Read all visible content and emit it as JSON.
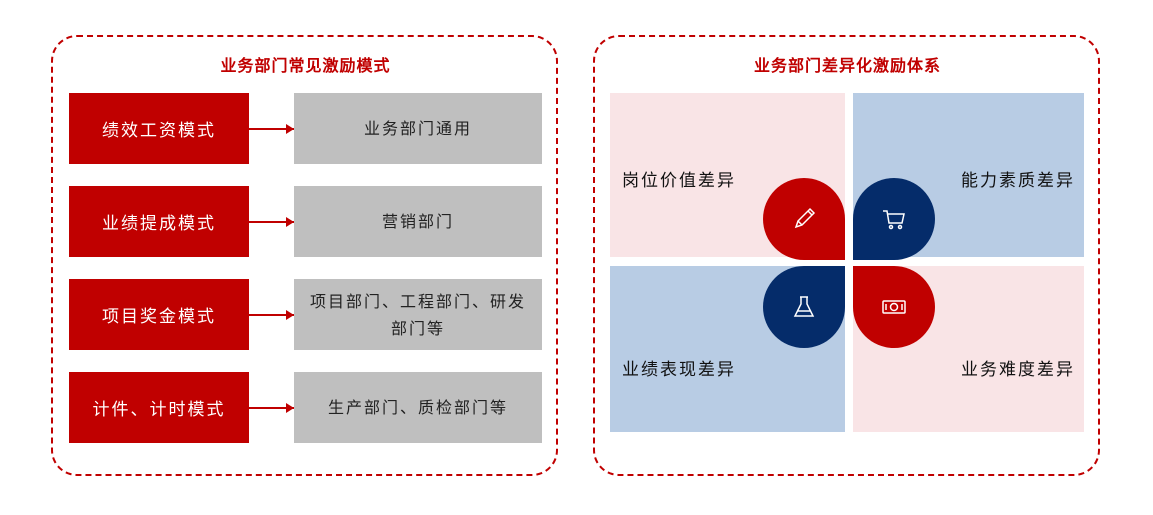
{
  "left": {
    "title": "业务部门常见激励模式",
    "rows": [
      {
        "mode": "绩效工资模式",
        "scope": "业务部门通用"
      },
      {
        "mode": "业绩提成模式",
        "scope": "营销部门"
      },
      {
        "mode": "项目奖金模式",
        "scope": "项目部门、工程部门、研发部门等"
      },
      {
        "mode": "计件、计时模式",
        "scope": "生产部门、质检部门等"
      }
    ]
  },
  "right": {
    "title": "业务部门差异化激励体系",
    "quadrants": [
      {
        "label": "岗位价值差异",
        "icon": "pencil-icon"
      },
      {
        "label": "能力素质差异",
        "icon": "cart-icon"
      },
      {
        "label": "业绩表现差异",
        "icon": "flask-icon"
      },
      {
        "label": "业务难度差异",
        "icon": "money-icon"
      }
    ]
  },
  "colors": {
    "red": "#c00000",
    "navy": "#052c6a",
    "pink": "#f9e4e6",
    "blue": "#b8cce4",
    "gray": "#bfbfbf"
  }
}
